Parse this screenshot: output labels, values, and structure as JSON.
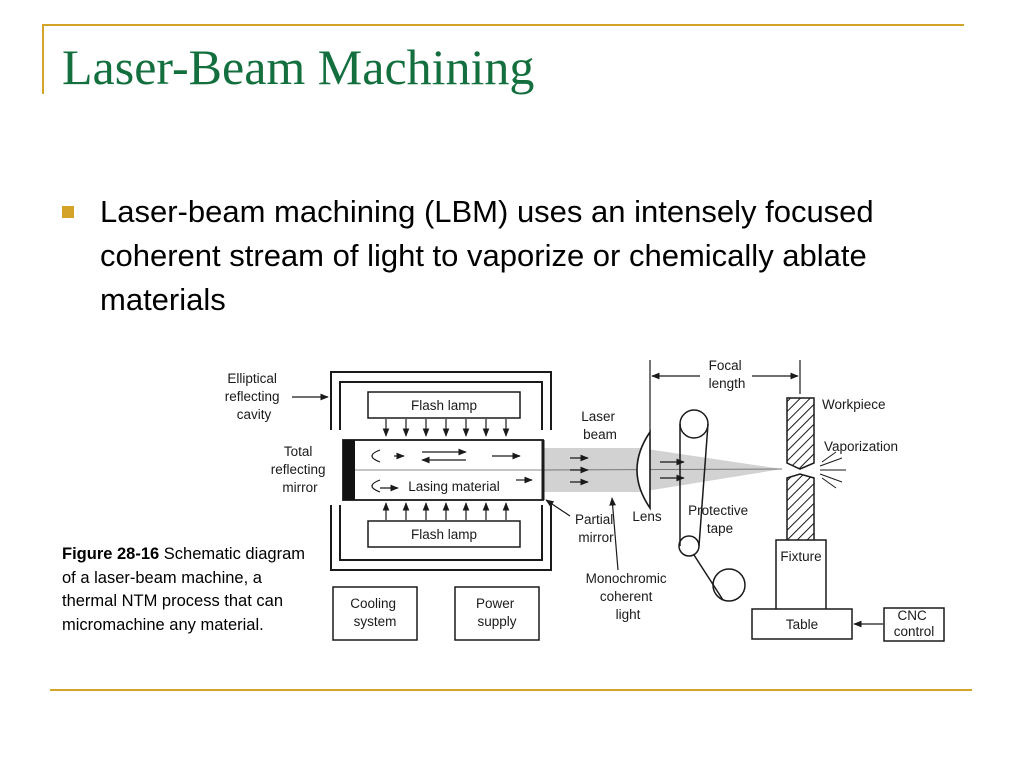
{
  "slide": {
    "title": "Laser-Beam Machining",
    "bullet": "Laser-beam machining (LBM) uses an intensely focused coherent stream of light to vaporize or chemically ablate materials",
    "caption_label": "Figure 28-16",
    "caption_text": " Schematic diagram of a laser-beam machine, a thermal NTM process that can micromachine any material.",
    "colors": {
      "title": "#136f3e",
      "accent_rule": "#d4a32a",
      "bullet": "#d4a32a"
    }
  },
  "diagram": {
    "elliptical_cavity": [
      "Elliptical",
      "reflecting",
      "cavity"
    ],
    "total_mirror": [
      "Total",
      "reflecting",
      "mirror"
    ],
    "flash_lamp_top": "Flash lamp",
    "flash_lamp_bottom": "Flash lamp",
    "lasing_material": "Lasing material",
    "laser_beam": [
      "Laser",
      "beam"
    ],
    "partial_mirror": [
      "Partial",
      "mirror"
    ],
    "lens": "Lens",
    "focal_length": [
      "Focal",
      "length"
    ],
    "protective_tape": [
      "Protective",
      "tape"
    ],
    "monochromic_light": [
      "Monochromic",
      "coherent",
      "light"
    ],
    "workpiece": "Workpiece",
    "vaporization": "Vaporization",
    "fixture": "Fixture",
    "table": "Table",
    "cnc_control": [
      "CNC",
      "control"
    ],
    "cooling_system": [
      "Cooling",
      "system"
    ],
    "power_supply": [
      "Power",
      "supply"
    ]
  }
}
